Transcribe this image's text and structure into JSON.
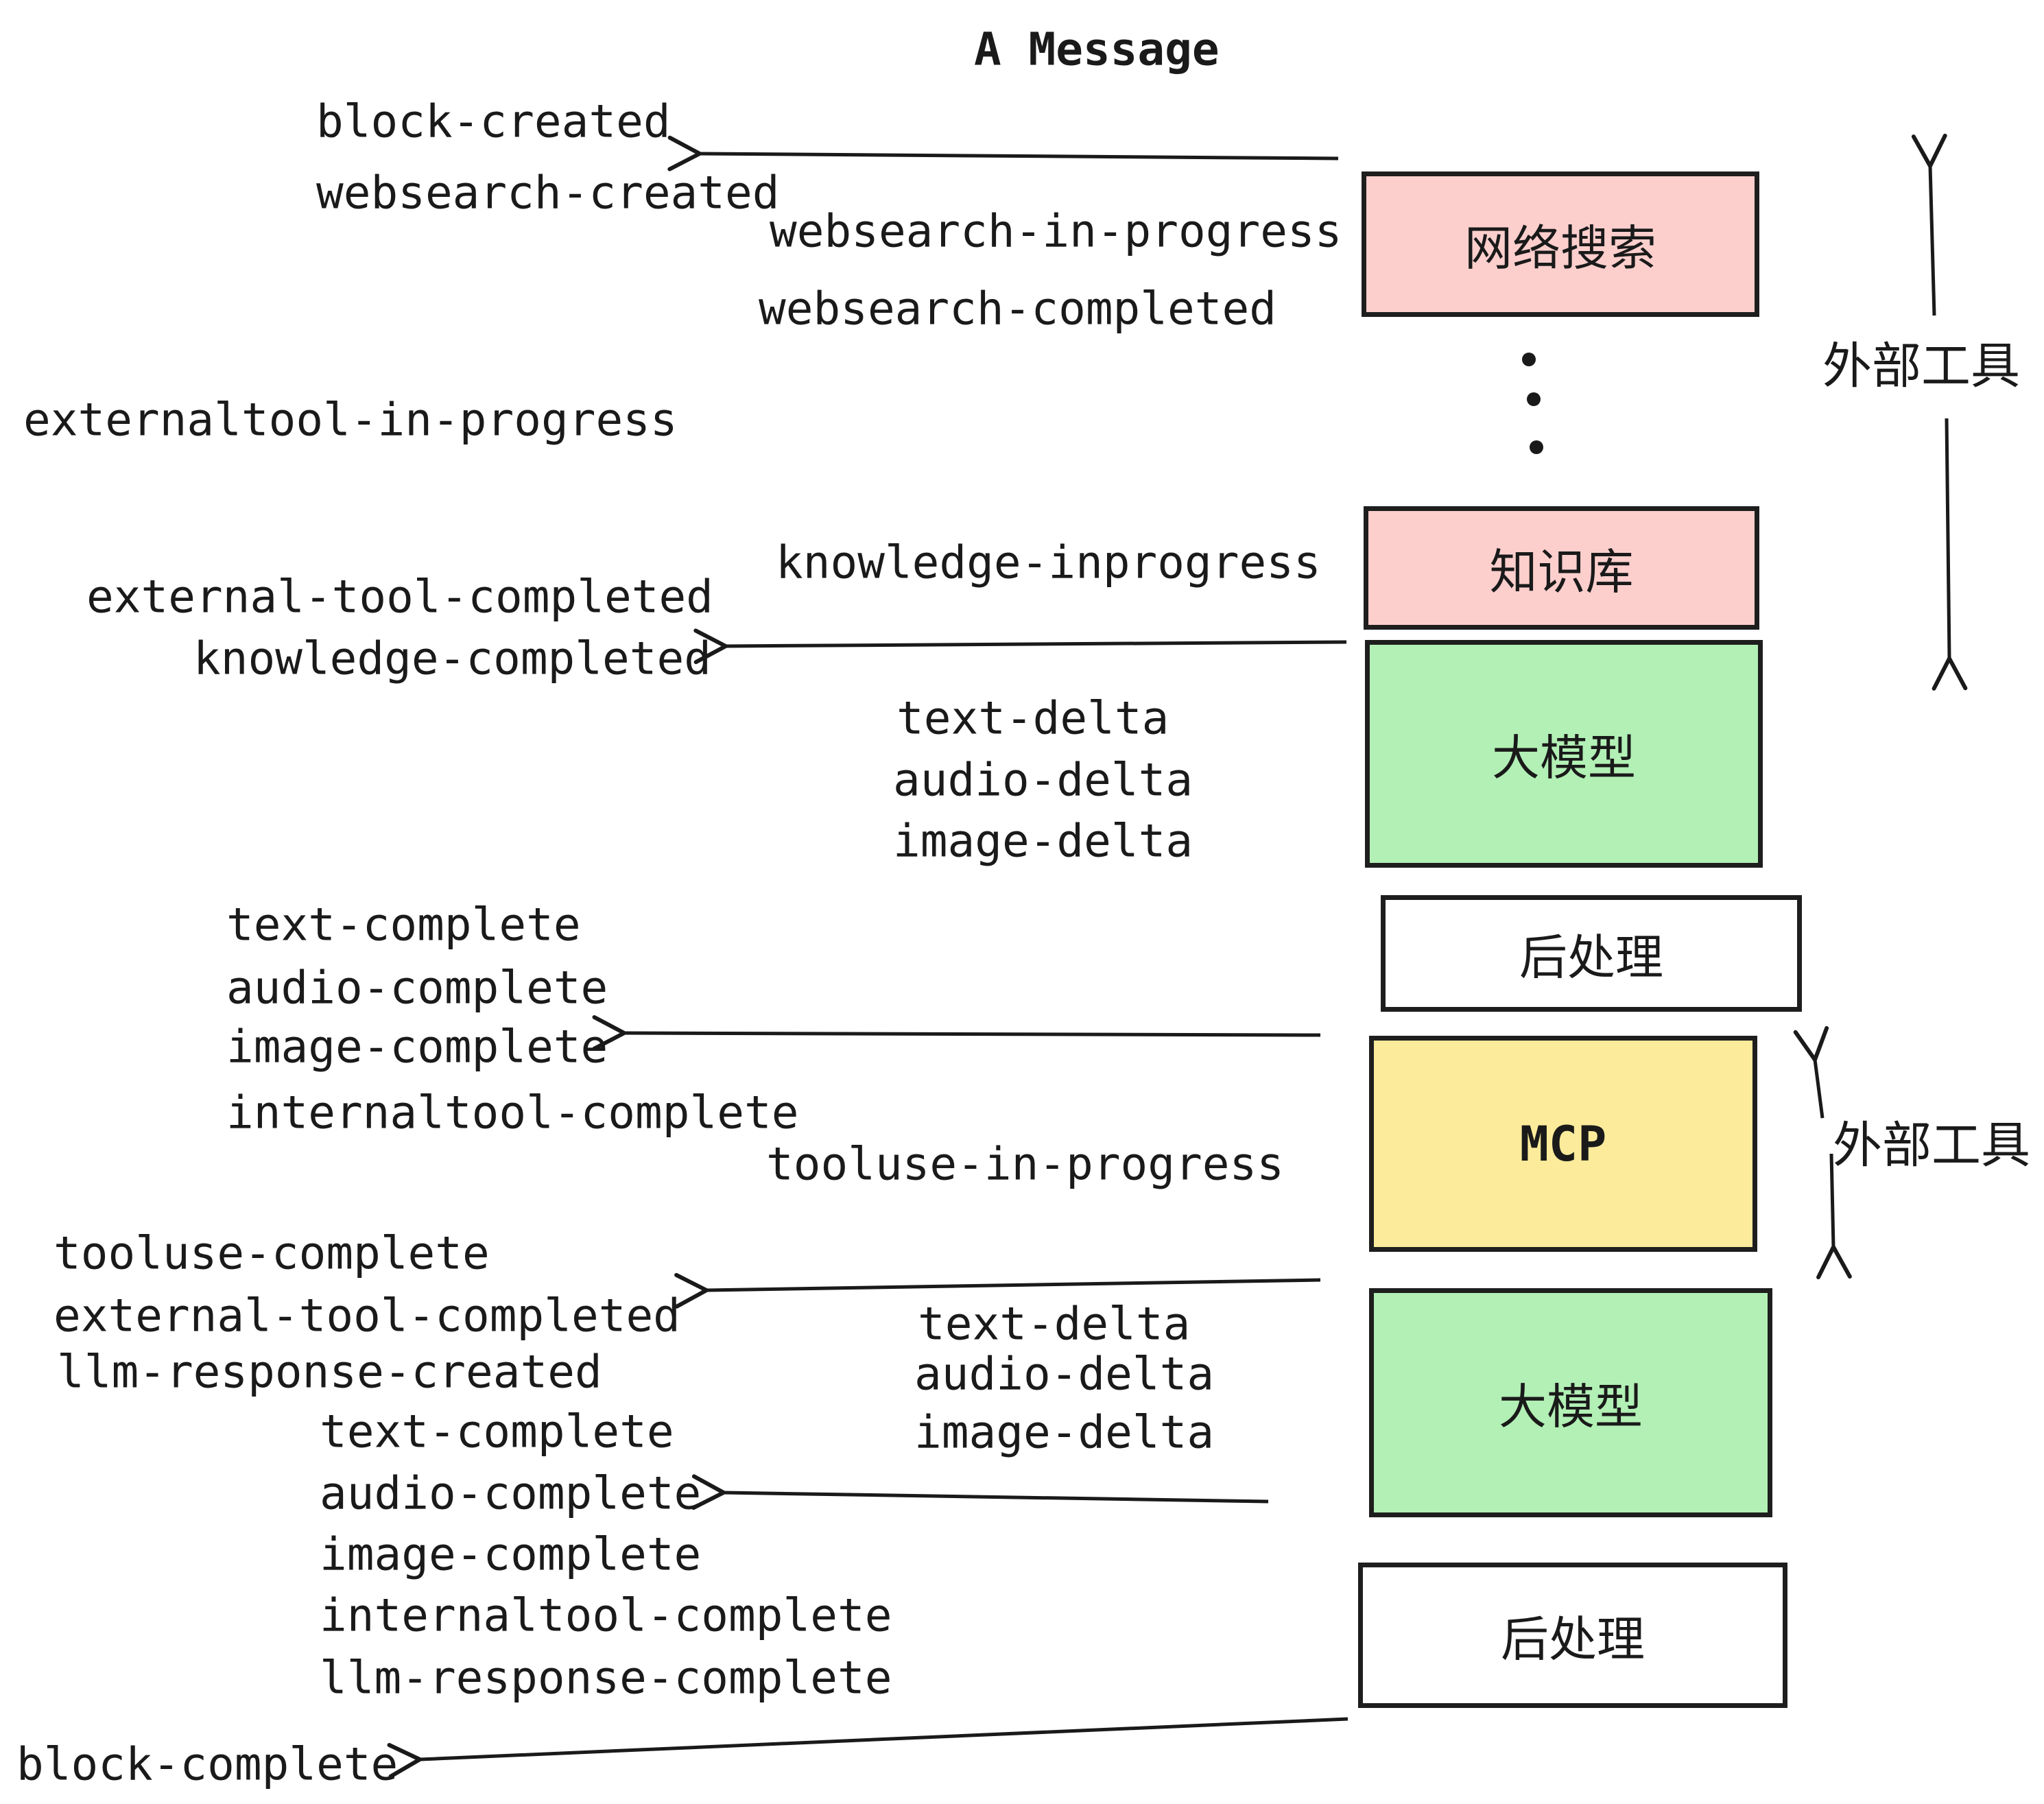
{
  "title": "A Message",
  "colors": {
    "background": "#FFFFFF",
    "ink": "#1A1A1A",
    "box_border": "#1E1E1E",
    "pink": "#FCCFCD",
    "green": "#B2F0B5",
    "yellow": "#FBEB9B",
    "white": "#FFFFFF"
  },
  "boxes": {
    "websearch": "网络搜索",
    "knowledge": "知识库",
    "llm_top": "大模型",
    "post_top": "后处理",
    "mcp": "MCP",
    "llm_bottom": "大模型",
    "post_bottom": "后处理"
  },
  "side_labels": {
    "external_tools_top": "外部工具",
    "external_tools_mid": "外部工具"
  },
  "events": {
    "block_created": "block-created",
    "websearch_created": "websearch-created",
    "websearch_in_progress": "websearch-in-progress",
    "websearch_completed": "websearch-completed",
    "externaltool_in_progress": "externaltool-in-progress",
    "knowledge_inprogress": "knowledge-inprogress",
    "external_tool_completed_1": "external-tool-completed",
    "knowledge_completed": "knowledge-completed",
    "text_delta_1": "text-delta",
    "audio_delta_1": "audio-delta",
    "image_delta_1": "image-delta",
    "text_complete_1": "text-complete",
    "audio_complete_1": "audio-complete",
    "image_complete_1": "image-complete",
    "internaltool_complete_1": "internaltool-complete",
    "tooluse_in_progress": "tooluse-in-progress",
    "tooluse_complete": "tooluse-complete",
    "external_tool_completed_2": "external-tool-completed",
    "llm_response_created": "llm-response-created",
    "text_delta_2": "text-delta",
    "audio_delta_2": "audio-delta",
    "image_delta_2": "image-delta",
    "text_complete_2": "text-complete",
    "audio_complete_2": "audio-complete",
    "image_complete_2": "image-complete",
    "internaltool_complete_2": "internaltool-complete",
    "llm_response_complete": "llm-response-complete",
    "block_complete": "block-complete"
  }
}
